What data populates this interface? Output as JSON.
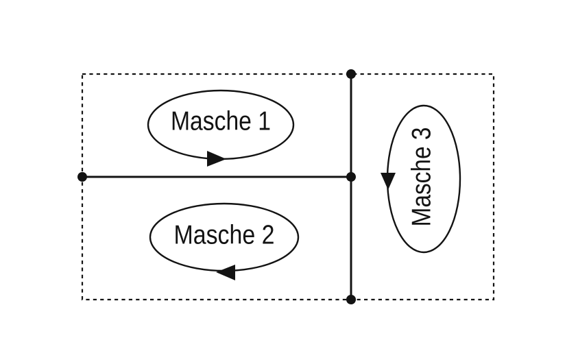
{
  "figure": {
    "background_color": "#ffffff",
    "ink_color": "#131313",
    "meshes": [
      {
        "label": "Masche 1",
        "arrow_direction": "right-at-bottom"
      },
      {
        "label": "Masche 2",
        "arrow_direction": "left-at-bottom"
      },
      {
        "label": "Masche 3",
        "arrow_direction": "down-at-left"
      }
    ]
  }
}
